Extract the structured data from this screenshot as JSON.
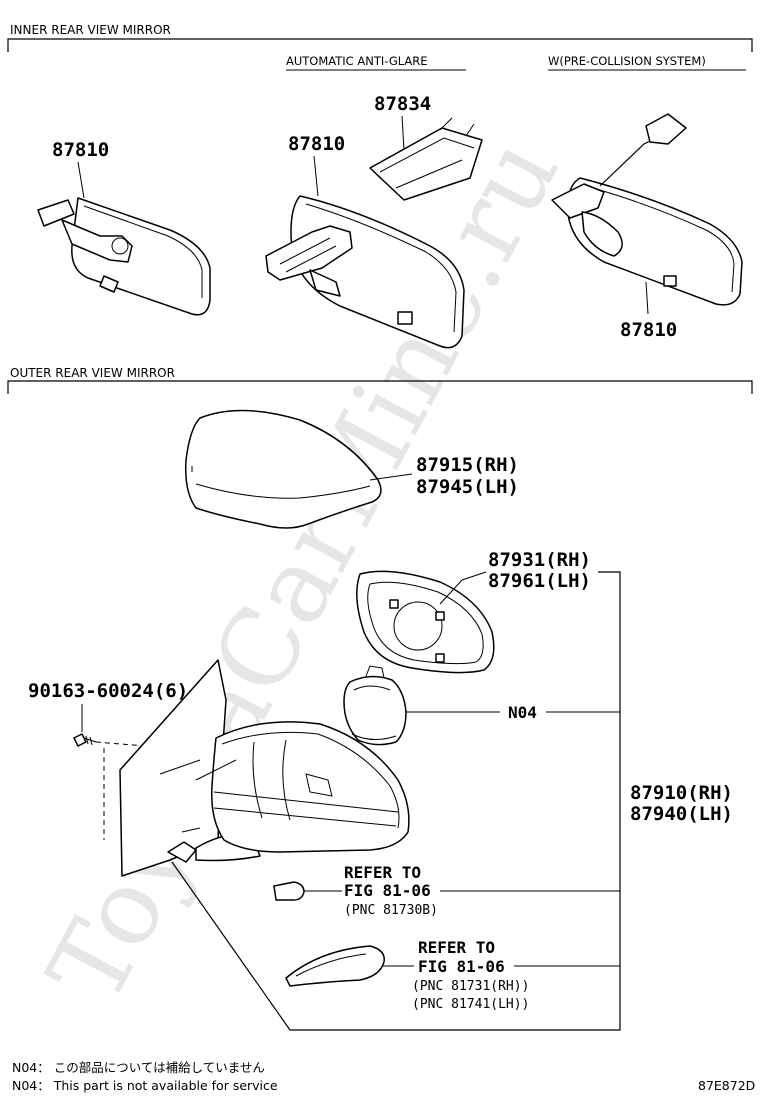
{
  "sections": {
    "inner_title": "INNER REAR VIEW MIRROR",
    "outer_title": "OUTER REAR VIEW MIRROR"
  },
  "headers": {
    "auto_antiglare": "AUTOMATIC ANTI-GLARE",
    "pre_collision": "W(PRE-COLLISION SYSTEM)"
  },
  "inner_parts": {
    "mirror_1": "87810",
    "mirror_2": "87810",
    "cover": "87834",
    "mirror_3": "87810"
  },
  "outer_parts": {
    "cover_rh": "87915(RH)",
    "cover_lh": "87945(LH)",
    "glass_rh": "87931(RH)",
    "glass_lh": "87961(LH)",
    "screw": "90163-60024(6)",
    "motor": "N04",
    "assy_rh": "87910(RH)",
    "assy_lh": "87940(LH)",
    "ref1_line1": "REFER TO",
    "ref1_line2": "FIG 81-06",
    "ref1_line3": "(PNC 81730B)",
    "ref2_line1": "REFER TO",
    "ref2_line2": "FIG 81-06",
    "ref2_line3": "(PNC 81731(RH))",
    "ref2_line4": "(PNC 81741(LH))"
  },
  "notes": {
    "n04_jp": "N04： この部品については補給していません",
    "n04_en": "N04： This part is not available for service"
  },
  "figure_code": "87E872D",
  "watermark": "ToyotaCarMine.ru"
}
